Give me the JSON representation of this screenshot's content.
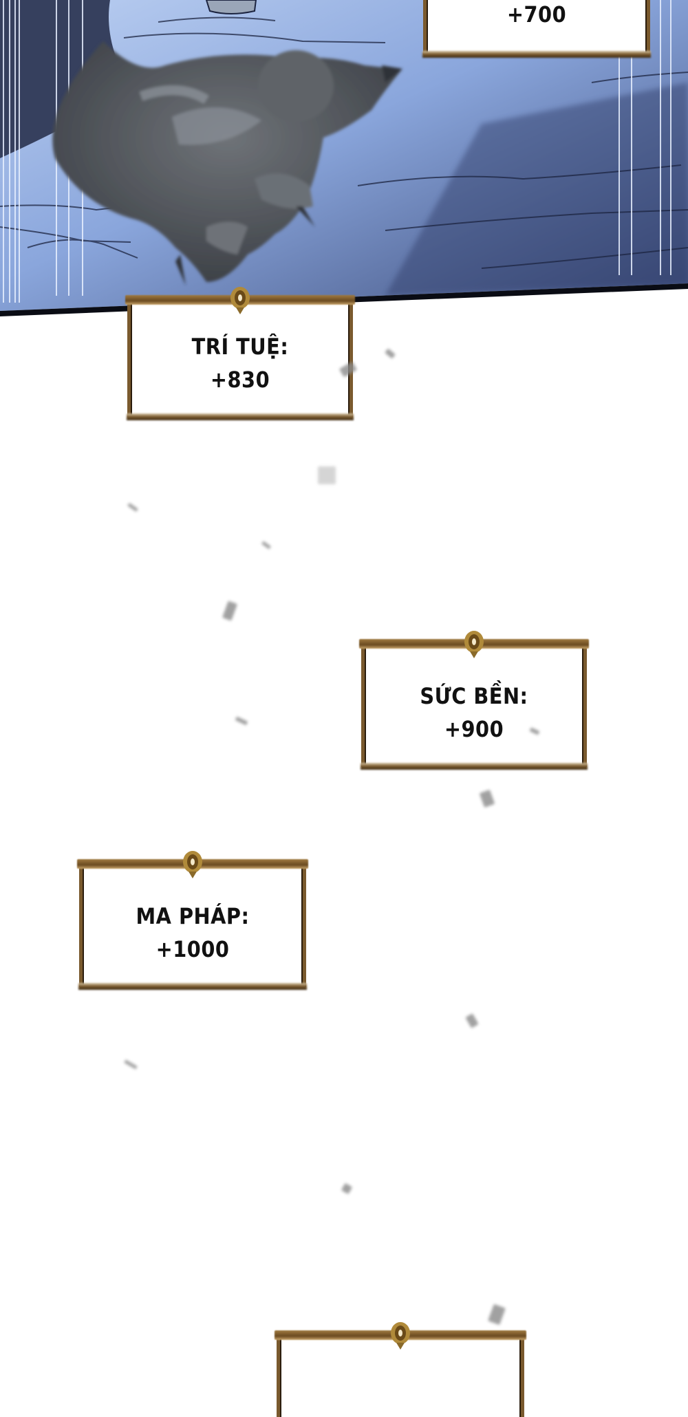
{
  "panel": {
    "colors": {
      "sky_light": "#a9c0ea",
      "sky_mid": "#7f9bd6",
      "sky_dark": "#3f4f7e",
      "creature": "#55595f",
      "frame_gold": "#8a6a34",
      "frame_dark": "#2a1c0c",
      "text": "#111111",
      "background": "#ffffff"
    }
  },
  "stats": [
    {
      "label": "",
      "value": "+700"
    },
    {
      "label": "TRÍ TUỆ:",
      "value": "+830"
    },
    {
      "label": "SỨC BỀN:",
      "value": "+900"
    },
    {
      "label": "MA PHÁP:",
      "value": "+1000"
    },
    {
      "label": "",
      "value": ""
    }
  ]
}
